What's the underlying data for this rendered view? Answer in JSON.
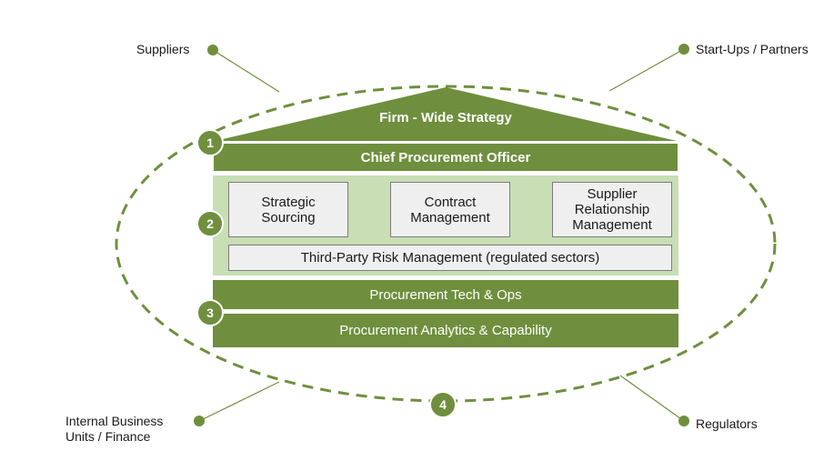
{
  "colors": {
    "primary_green": "#6f8f3e",
    "light_green": "#c8deb4",
    "box_fill": "#efefef"
  },
  "stakeholders": {
    "top_left": "Suppliers",
    "top_right": "Start-Ups / Partners",
    "bottom_left": "Internal Business\nUnits / Finance",
    "bottom_right": "Regulators"
  },
  "house": {
    "roof": "Firm - Wide Strategy",
    "cpo": "Chief Procurement Officer",
    "pillars": [
      "Strategic\nSourcing",
      "Contract\nManagement",
      "Supplier\nRelationship\nManagement"
    ],
    "risk": "Third-Party Risk Management (regulated sectors)",
    "tech_ops": "Procurement Tech & Ops",
    "analytics": "Procurement Analytics & Capability"
  },
  "markers": [
    "1",
    "2",
    "3",
    "4"
  ]
}
